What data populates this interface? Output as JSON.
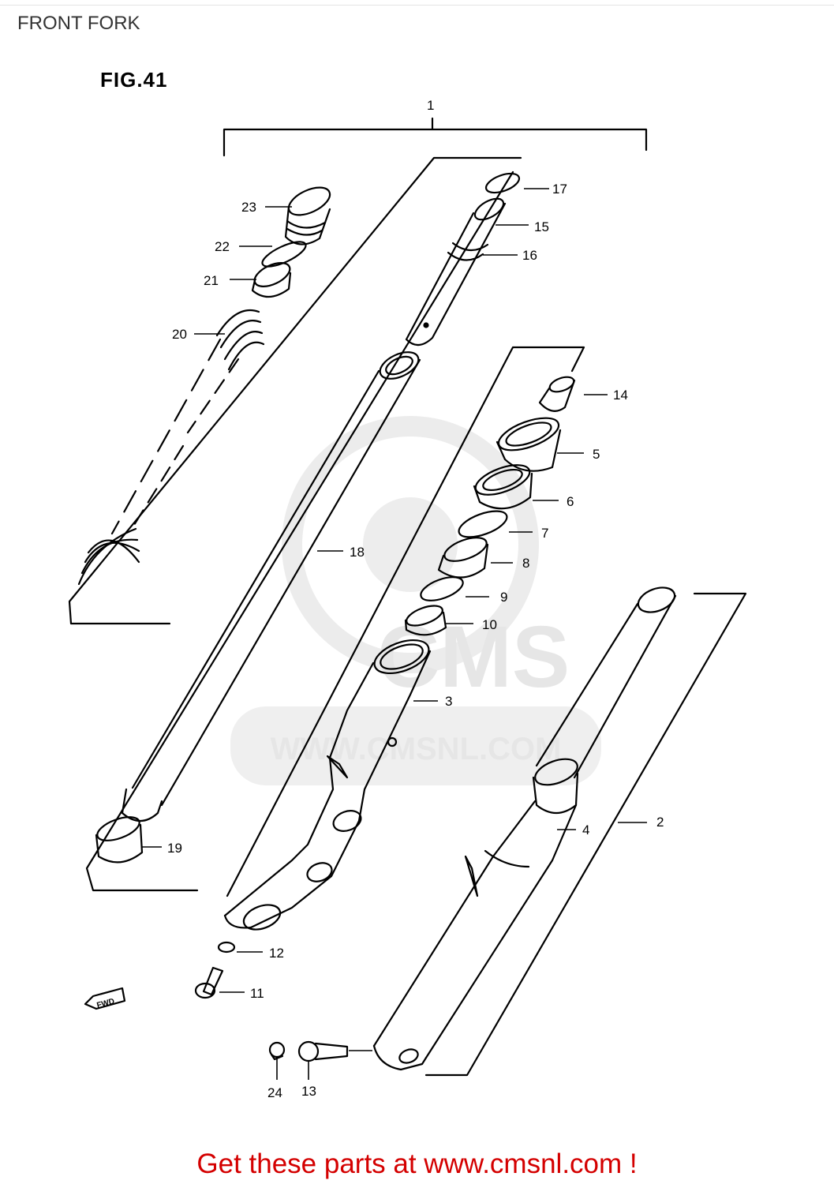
{
  "page_title": "FRONT FORK",
  "figure_label": "FIG.41",
  "watermark": {
    "brand": "CMS",
    "url": "WWW.CMSNL.COM"
  },
  "fwd_label": "FWD",
  "footer_link": "Get these parts at www.cmsnl.com !",
  "colors": {
    "footer": "#d40000",
    "line": "#000000",
    "watermark": "#e6e6e6"
  },
  "callouts": [
    {
      "number": "1"
    },
    {
      "number": "2"
    },
    {
      "number": "3"
    },
    {
      "number": "4"
    },
    {
      "number": "5"
    },
    {
      "number": "6"
    },
    {
      "number": "7"
    },
    {
      "number": "8"
    },
    {
      "number": "9"
    },
    {
      "number": "10"
    },
    {
      "number": "11"
    },
    {
      "number": "12"
    },
    {
      "number": "13"
    },
    {
      "number": "14"
    },
    {
      "number": "15"
    },
    {
      "number": "16"
    },
    {
      "number": "17"
    },
    {
      "number": "18"
    },
    {
      "number": "19"
    },
    {
      "number": "20"
    },
    {
      "number": "21"
    },
    {
      "number": "22"
    },
    {
      "number": "23"
    },
    {
      "number": "24"
    }
  ]
}
